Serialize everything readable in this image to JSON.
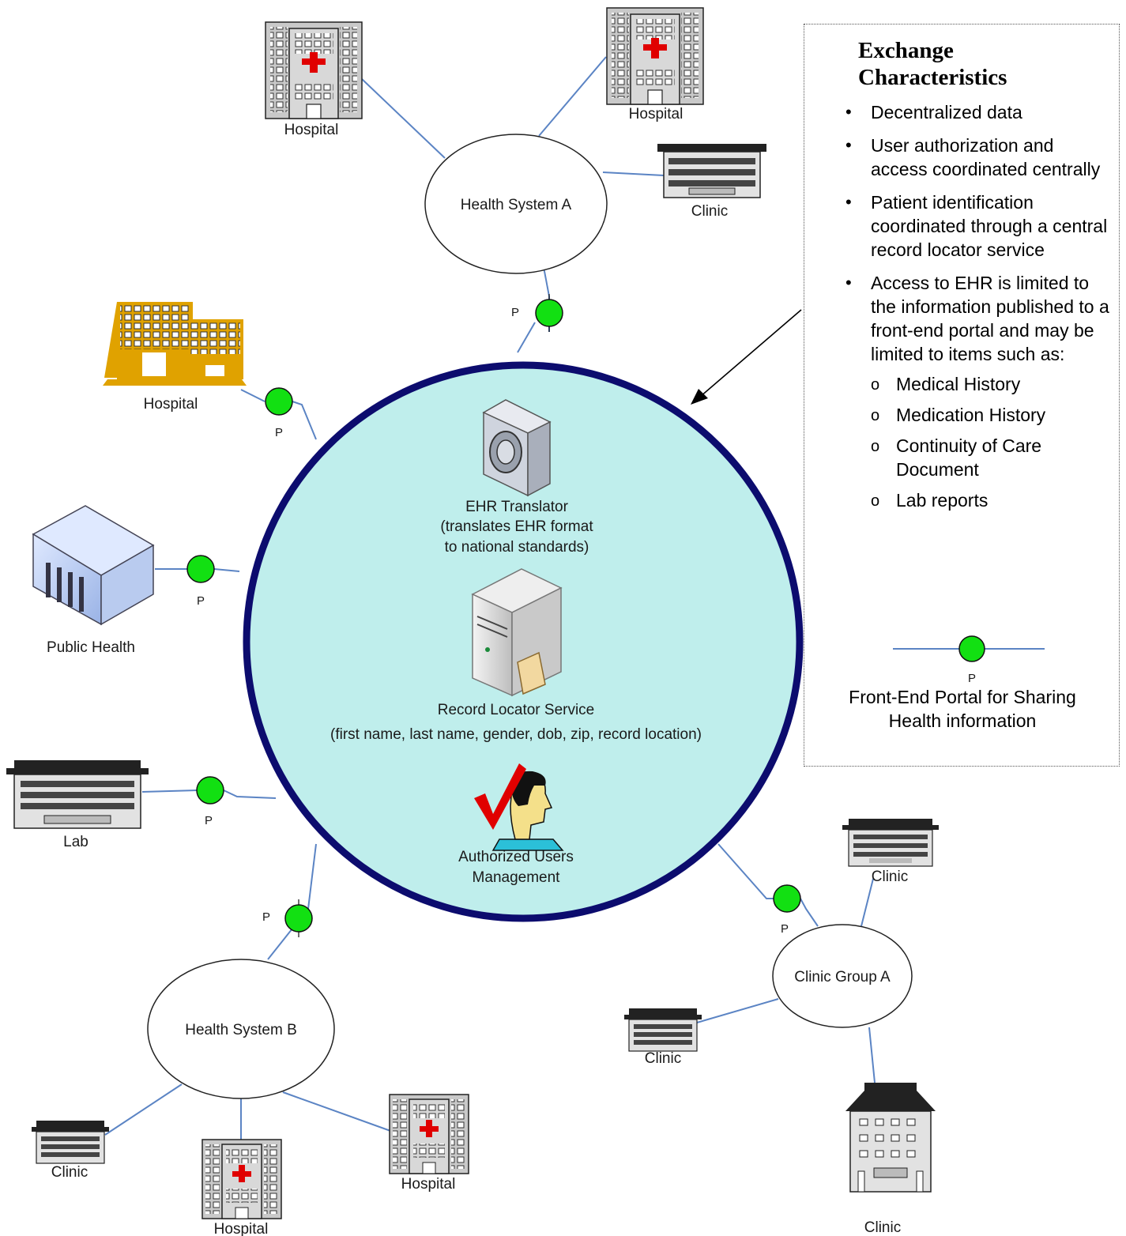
{
  "nodes": {
    "hospital_top_left": "Hospital",
    "hospital_top_right": "Hospital",
    "clinic_top": "Clinic",
    "health_system_a": "Health System A",
    "hospital_orange": "Hospital",
    "public_health": "Public Health",
    "lab": "Lab",
    "health_system_b": "Health System B",
    "clinic_bottom_left": "Clinic",
    "hospital_bottom_mid": "Hospital",
    "hospital_bottom_right": "Hospital",
    "clinic_group_a": "Clinic Group A",
    "clinic_group_top": "Clinic",
    "clinic_group_left": "Clinic",
    "clinic_group_bottom": "Clinic"
  },
  "portal_label": "P",
  "center": {
    "ehr_translator": [
      "EHR Translator",
      "(translates EHR format",
      "to national standards)"
    ],
    "record_locator": [
      "Record Locator Service",
      "(first name, last name, gender, dob, zip, record location)"
    ],
    "authorized_users": [
      "Authorized Users",
      "Management"
    ]
  },
  "legend": {
    "title": "Exchange Characteristics",
    "bullets": [
      "Decentralized data",
      "User authorization and access coordinated centrally",
      "Patient identification coordinated through a central record locator service",
      "Access to EHR is limited to the information published to a front-end portal and may be limited to items such as:"
    ],
    "subitems": [
      "Medical History",
      "Medication History",
      "Continuity of Care Document",
      "Lab reports"
    ],
    "portal_symbol_label": "P",
    "portal_caption": "Front-End Portal for Sharing Health information"
  },
  "colors": {
    "center_fill": "#bfeeec",
    "center_stroke": "#0c0c6e",
    "link": "#5b84c4",
    "portal_fill": "#12e012",
    "orange_building": "#e0a200",
    "red_cross": "#e00000"
  }
}
